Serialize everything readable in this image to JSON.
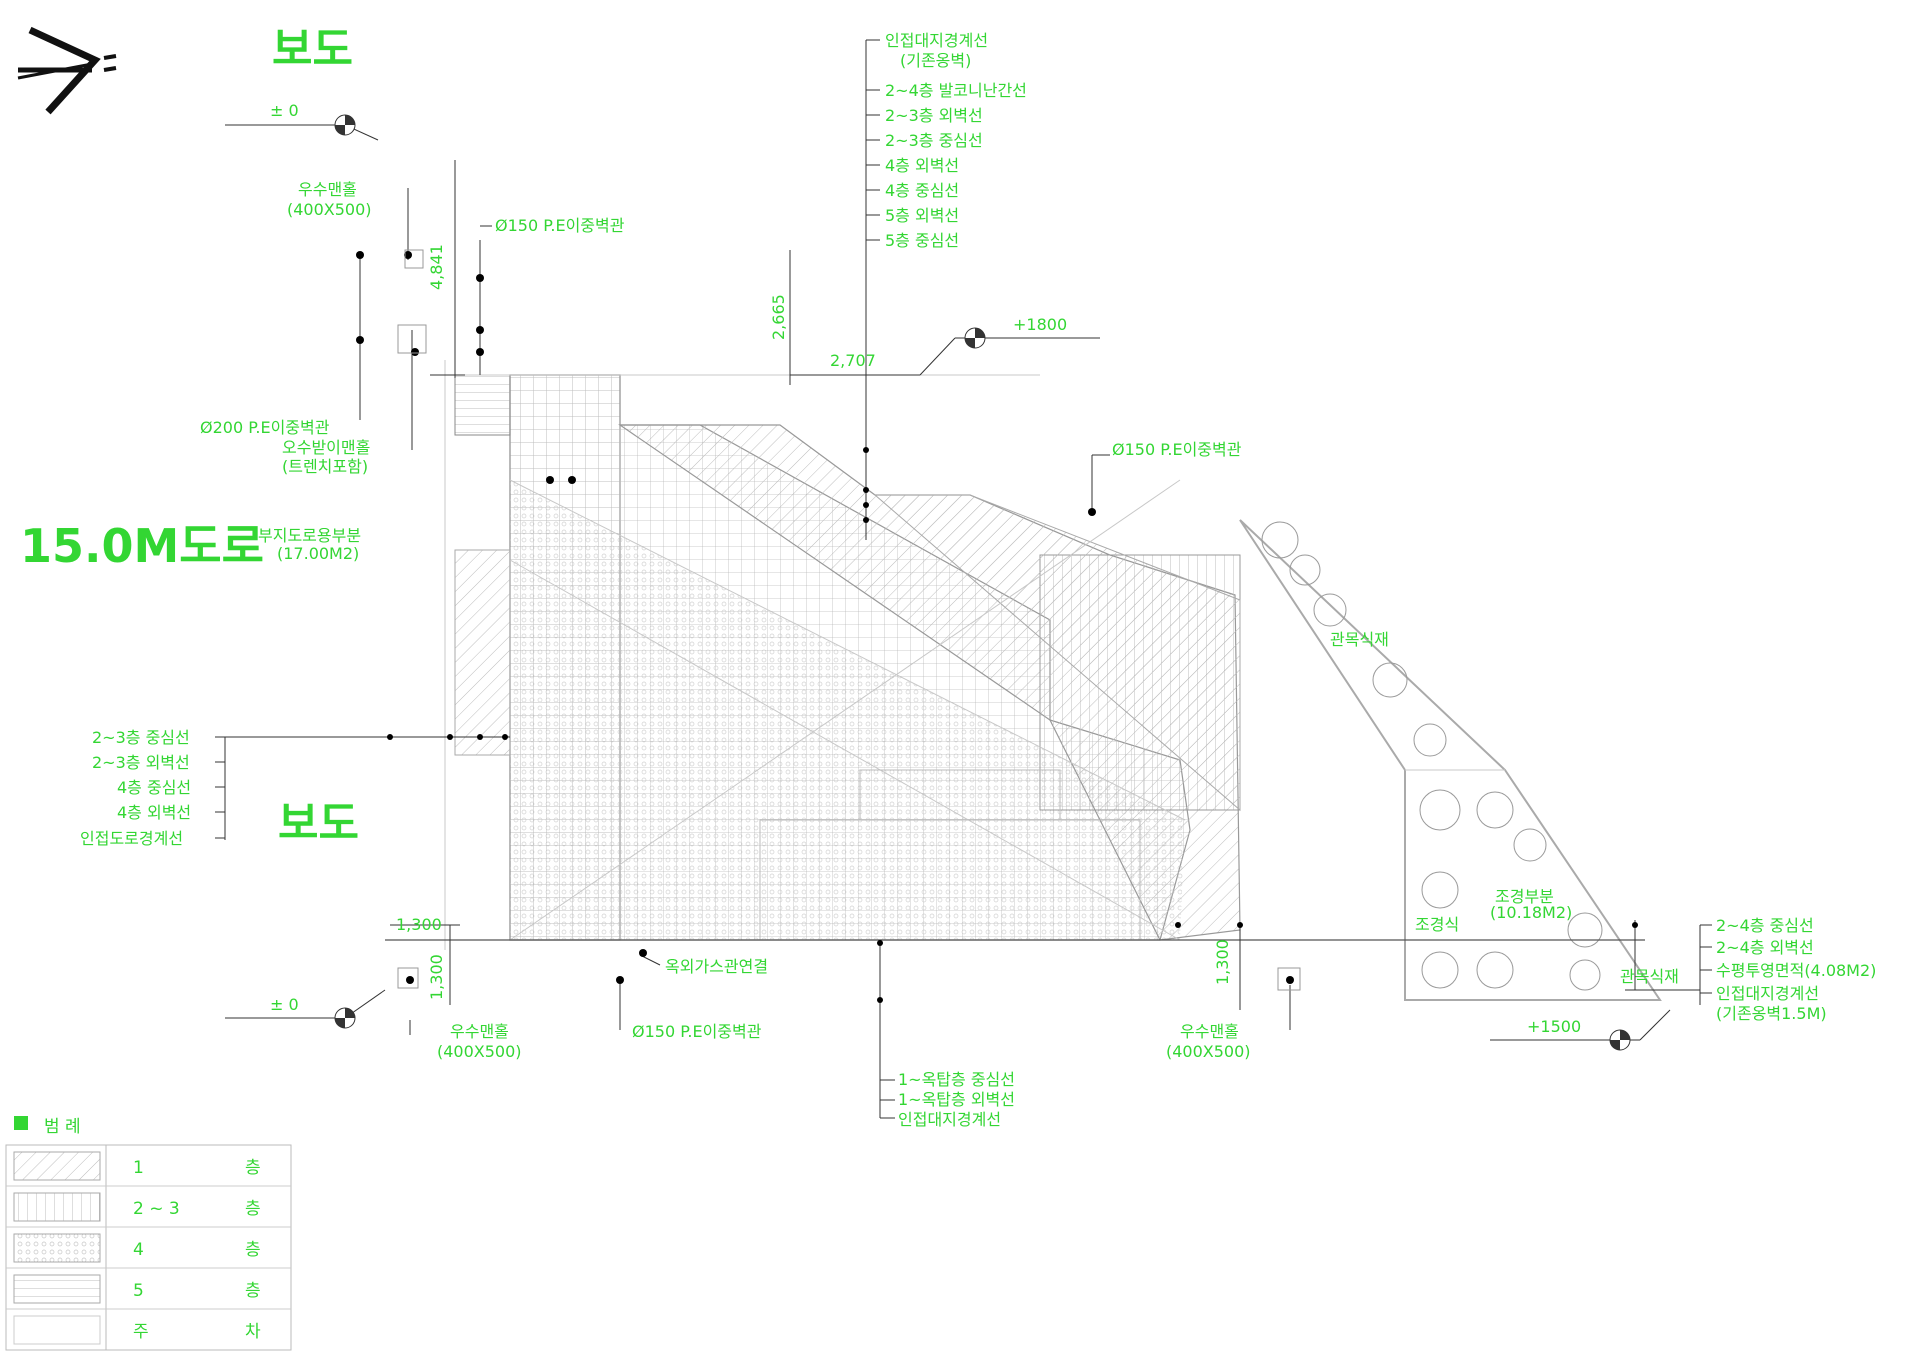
{
  "north_arrow": {
    "icon": "north-arrow-icon"
  },
  "roads": {
    "sidewalk_top": "보도",
    "sidewalk_bottom": "보도",
    "road_name": "15.0M도로"
  },
  "levels": {
    "top_left": "± 0",
    "bottom_left": "± 0",
    "top_right": "+1800",
    "bottom_right": "+1500"
  },
  "dimensions": {
    "d4841": "4,841",
    "d2665": "2,665",
    "d2707": "2,707",
    "d1300a": "1,300",
    "d1300b": "1,300",
    "d1300c": "1,300"
  },
  "labels": {
    "manhole_tl_1": "우수맨홀",
    "manhole_tl_2": "(400X500)",
    "pipe_150_top": "Ø150 P.E이중벽관",
    "pipe_200": "Ø200 P.E이중벽관",
    "trench_1": "오수받이맨홀",
    "trench_2": "(트렌치포함)",
    "pipe_150_right": "Ø150 P.E이중벽관",
    "parking_1": "부지도로용부분",
    "parking_2": "(17.00M2)",
    "landscape_1": "조경부분",
    "landscape_2": "(10.18M2)",
    "tree_a": "관목식재",
    "tree_b": "조경식",
    "tree_c": "관목식재",
    "gas": "옥외가스관연결",
    "pipe_150_bottom": "Ø150 P.E이중벽관",
    "manhole_bl_1": "우수맨홀",
    "manhole_bl_2": "(400X500)",
    "manhole_br_1": "우수맨홀",
    "manhole_br_2": "(400X500)"
  },
  "callouts_top": [
    "인접대지경계선",
    "(기존옹벽)",
    "2~4층 발코니난간선",
    "2~3층 외벽선",
    "2~3층 중심선",
    "4층 외벽선",
    "4층 중심선",
    "5층 외벽선",
    "5층 중심선"
  ],
  "callouts_left": [
    "2~3층 중심선",
    "2~3층 외벽선",
    "4층 중심선",
    "4층 외벽선",
    "인접도로경계선"
  ],
  "callouts_right": [
    "2~4층 중심선",
    "2~4층 외벽선",
    "수평투영면적(4.08M2)",
    "인접대지경계선",
    "(기존옹벽1.5M)"
  ],
  "callouts_bottom": [
    "1~옥탑층 중심선",
    "1~옥탑층 외벽선",
    "인접대지경계선"
  ],
  "legend": {
    "title": "범     례",
    "rows": [
      {
        "label": "1",
        "unit": "층"
      },
      {
        "label": "2  ~  3",
        "unit": "층"
      },
      {
        "label": "4",
        "unit": "층"
      },
      {
        "label": "5",
        "unit": "층"
      },
      {
        "label": "주",
        "unit": "차"
      }
    ]
  },
  "colors": {
    "text": "#33d633",
    "line": "#333333"
  }
}
